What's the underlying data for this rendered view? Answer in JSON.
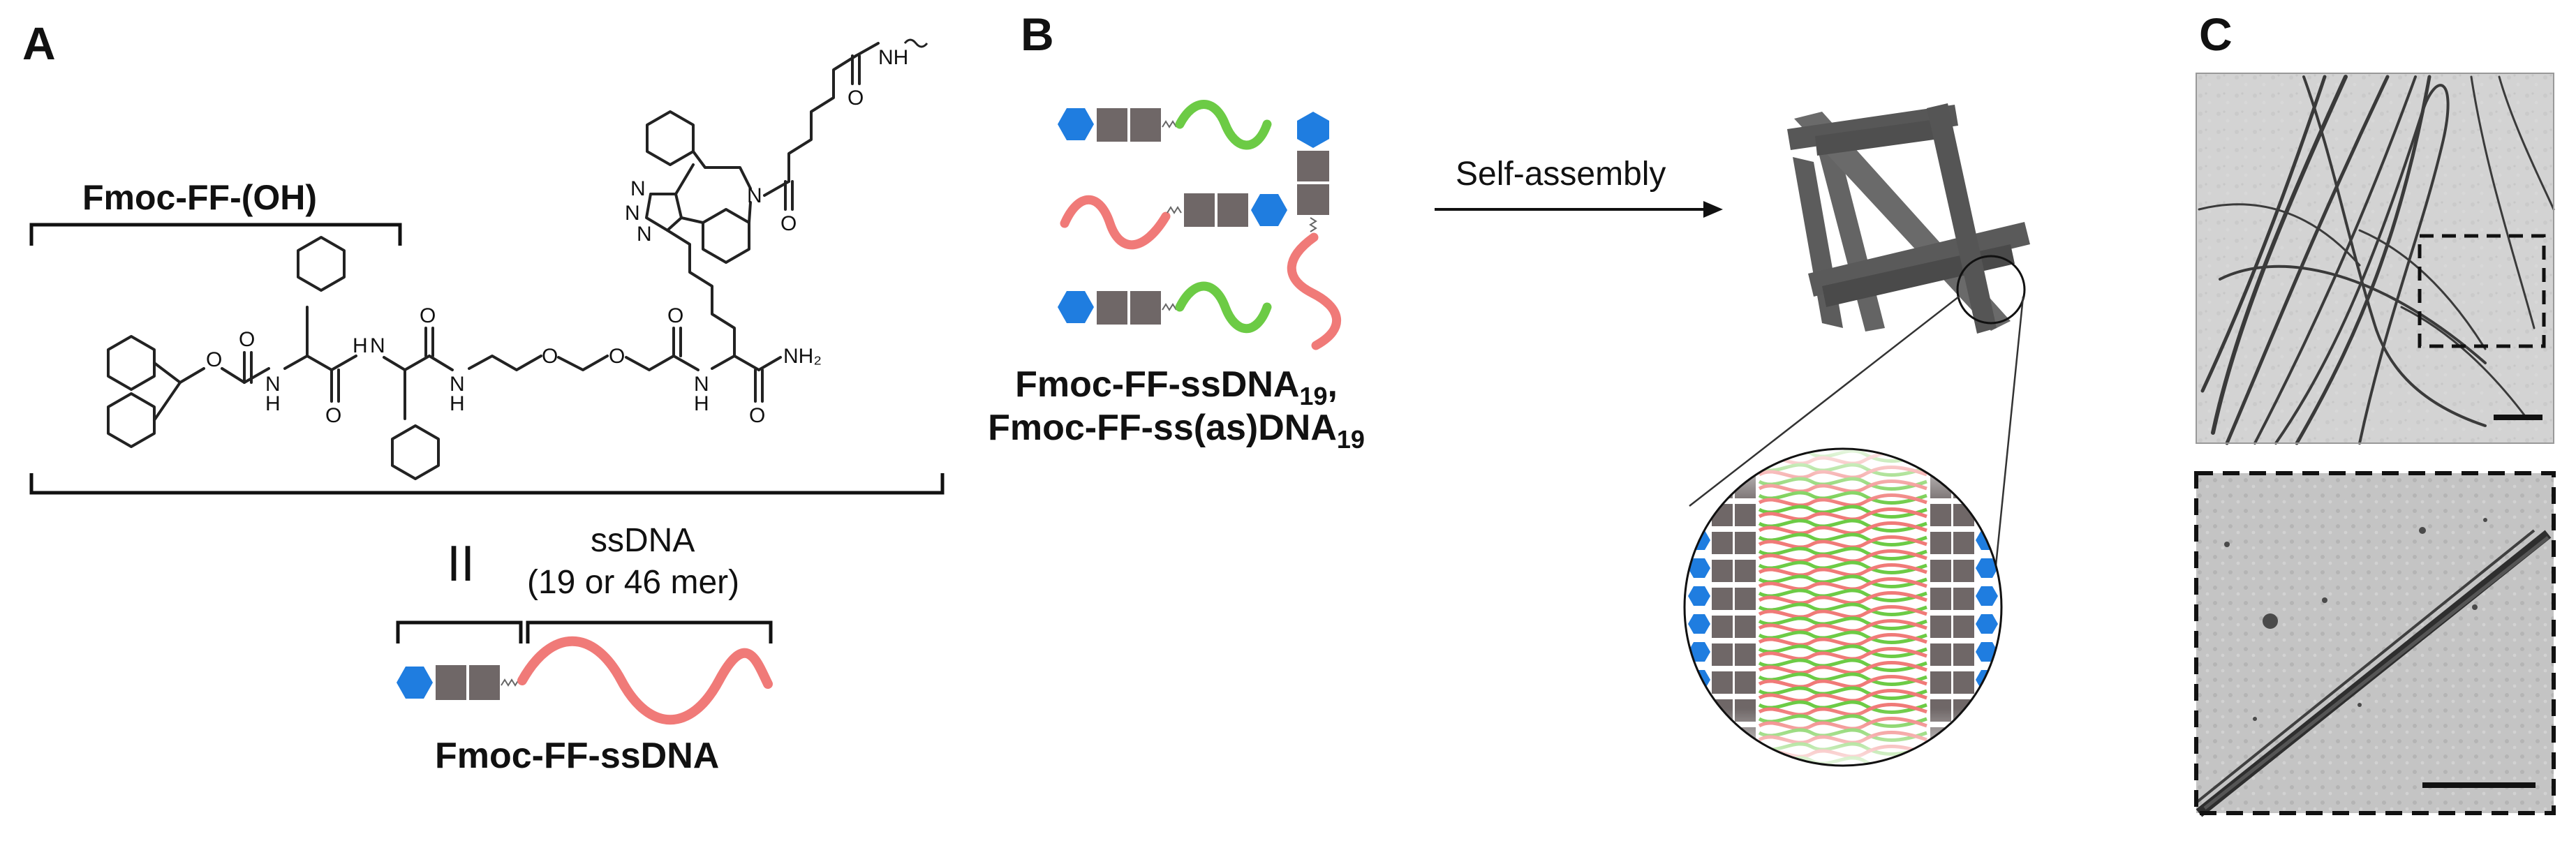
{
  "panels": {
    "a": "A",
    "b": "B",
    "c": "C"
  },
  "panel_a": {
    "fmoc_label": "Fmoc-FF-(OH)",
    "equals_symbol": "II",
    "ssdna_label": "ssDNA",
    "ssdna_length": "(19 or 46 mer)",
    "conjugate_label": "Fmoc-FF-ssDNA",
    "atoms": {
      "o": "O",
      "n": "N",
      "h": "H",
      "nh": "NH",
      "nh2": "NH₂",
      "linker": "W"
    }
  },
  "panel_b": {
    "label_line1_main": "Fmoc-FF-ssDNA",
    "label_line1_sub": "19",
    "label_line1_tail": ",",
    "label_line2_main": "Fmoc-FF-ss(as)DNA",
    "label_line2_sub": "19",
    "arrow_label": "Self-assembly"
  },
  "colors": {
    "fmoc_blue": "#1f7de0",
    "peptide_gray": "#6f6767",
    "dna_green": "#6ccb45",
    "dna_red": "#f07a78",
    "fiber_gray": "#5c5c5c"
  }
}
